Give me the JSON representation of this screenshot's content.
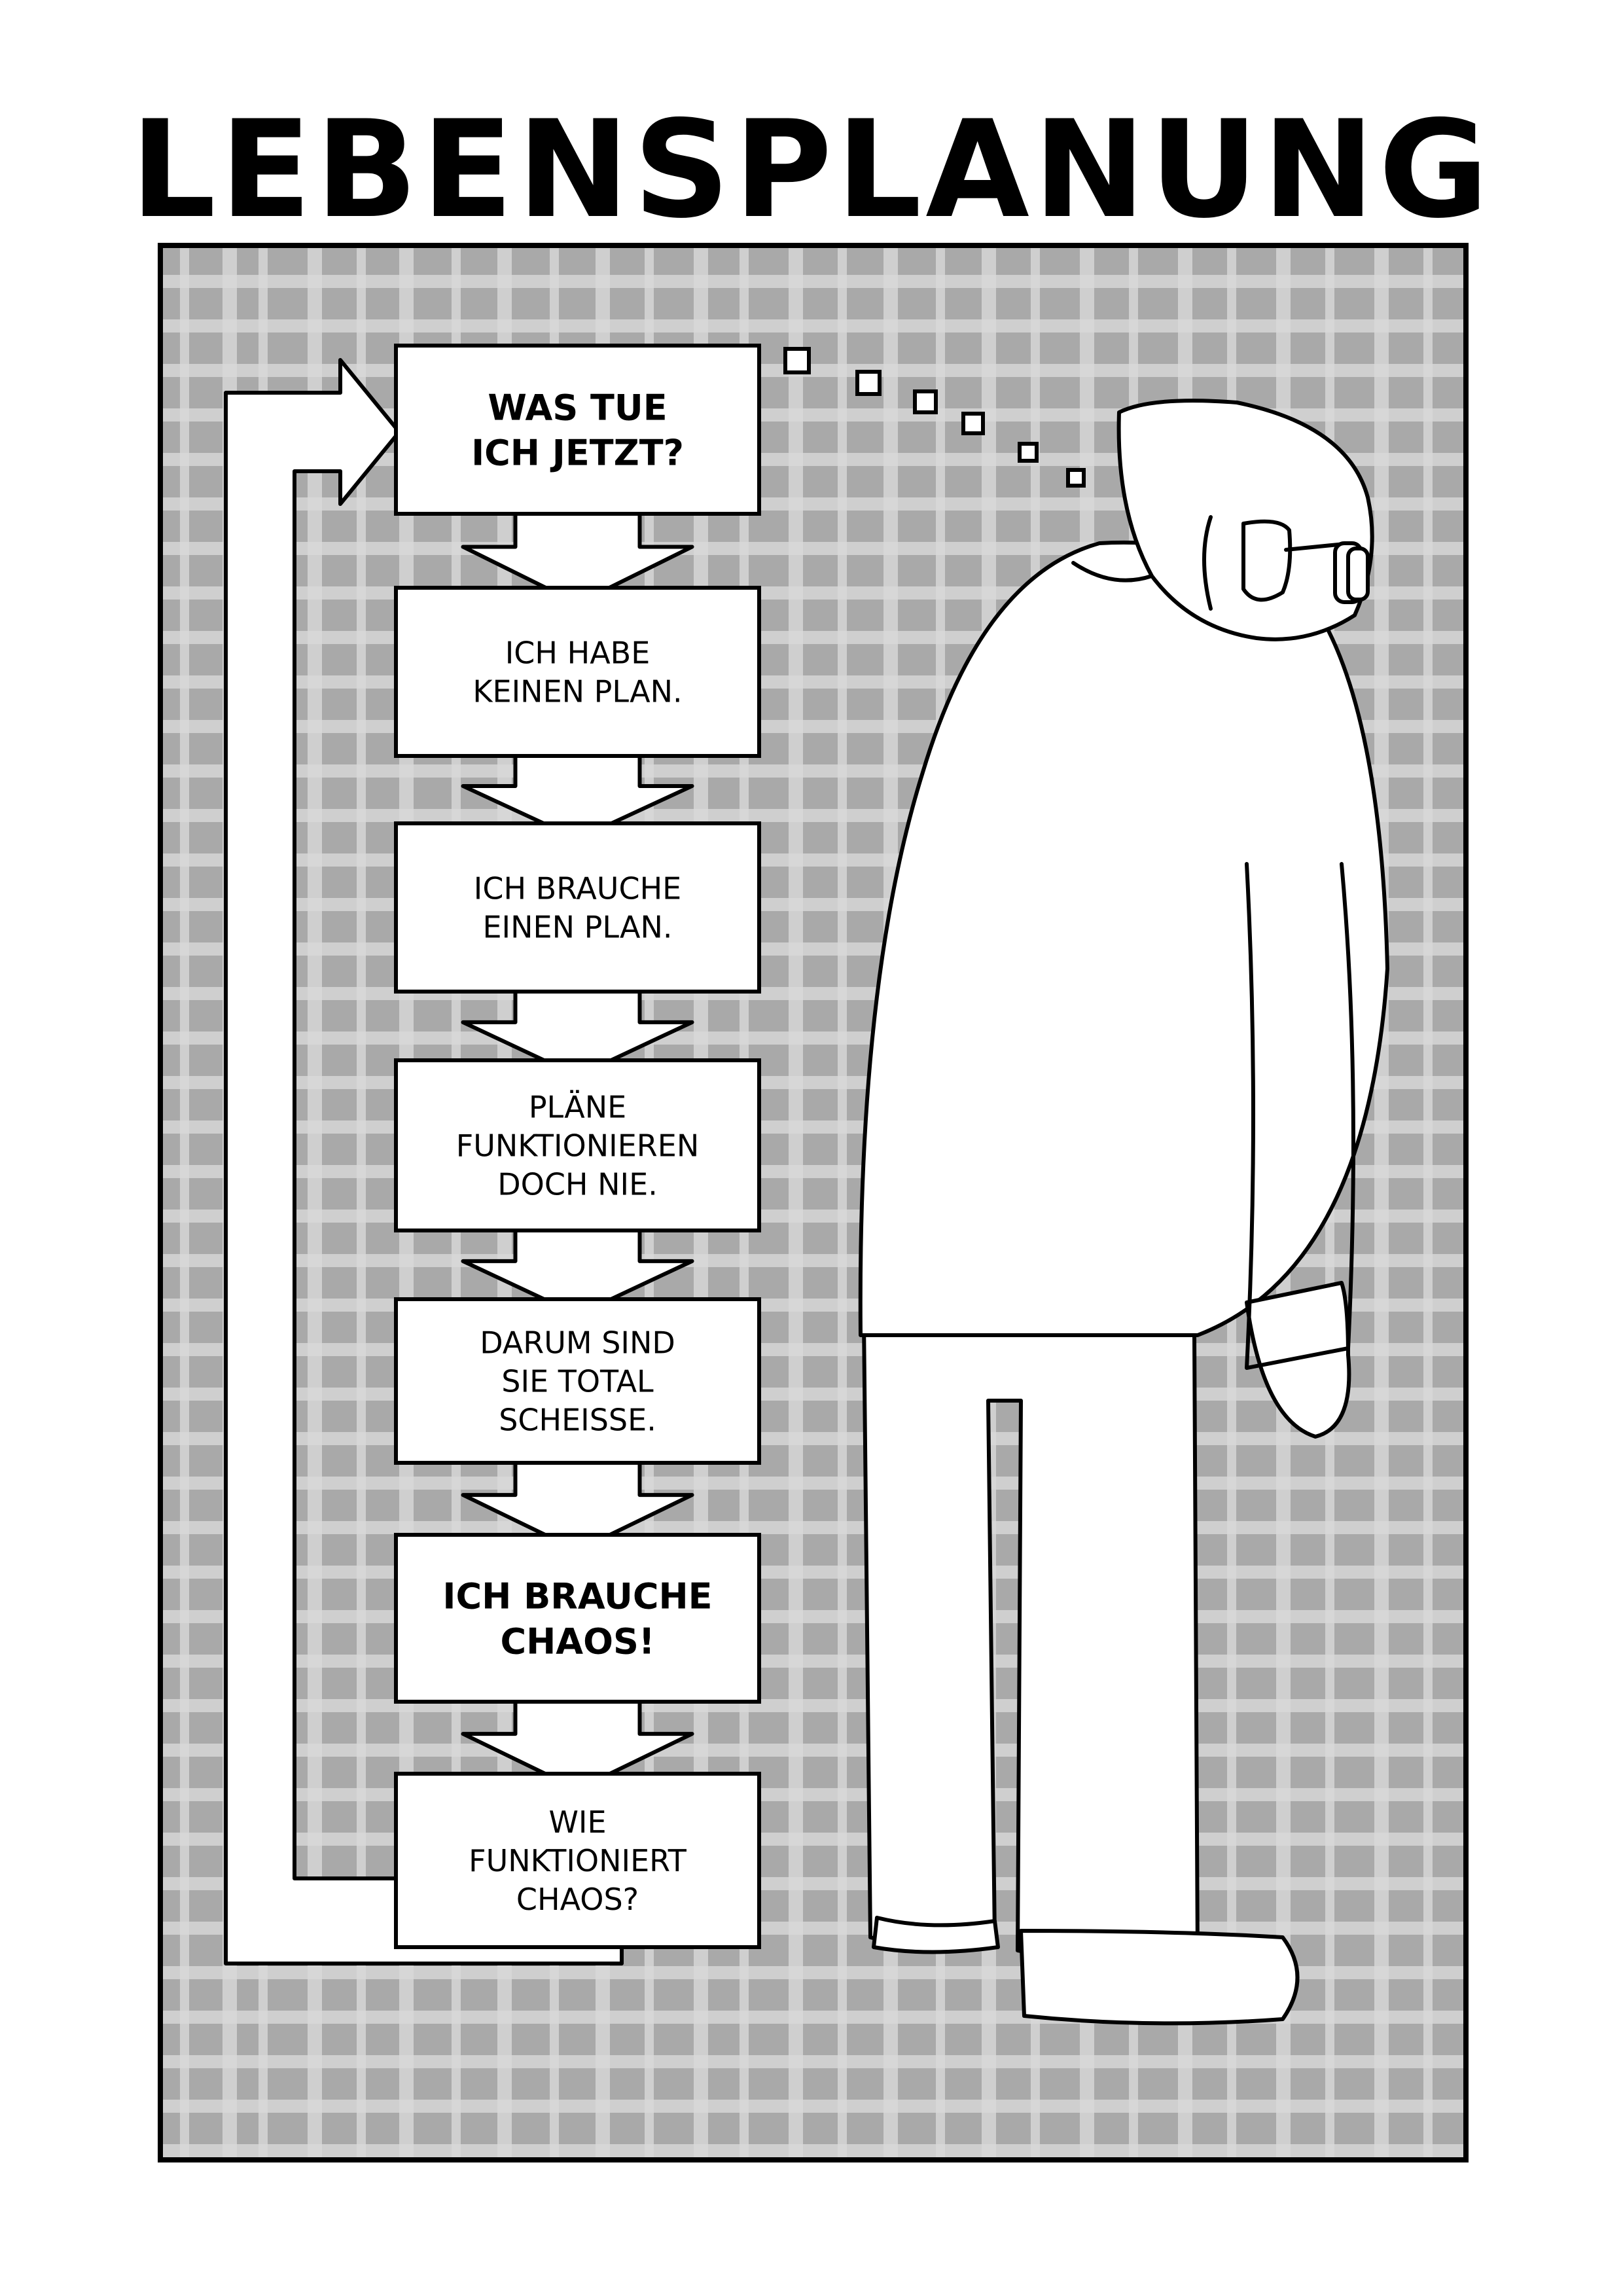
{
  "title": "LEBENSPLANUNG",
  "flow": [
    {
      "lines": [
        "WAS TUE",
        "ICH JETZT?"
      ],
      "bold": true
    },
    {
      "lines": [
        "ICH HABE",
        "KEINEN PLAN."
      ],
      "bold": false
    },
    {
      "lines": [
        "ICH BRAUCHE",
        "EINEN PLAN."
      ],
      "bold": false
    },
    {
      "lines": [
        "PLÄNE",
        "FUNKTIONIEREN",
        "DOCH NIE."
      ],
      "bold": false
    },
    {
      "lines": [
        "DARUM SIND",
        "SIE TOTAL",
        "SCHEISSE."
      ],
      "bold": false
    },
    {
      "lines": [
        "ICH BRAUCHE",
        "CHAOS!"
      ],
      "bold": true
    },
    {
      "lines": [
        "WIE",
        "FUNKTIONIERT",
        "CHAOS?"
      ],
      "bold": false
    }
  ],
  "colors": {
    "background": "#ffffff",
    "panel": "#a9a9a9",
    "plaid": "#d8d8d8",
    "ink": "#000000",
    "figure": "#ffffff"
  },
  "icons": [
    "thought-bubble-icon",
    "loop-arrow-icon",
    "down-arrow-icon",
    "glasses-icon"
  ]
}
